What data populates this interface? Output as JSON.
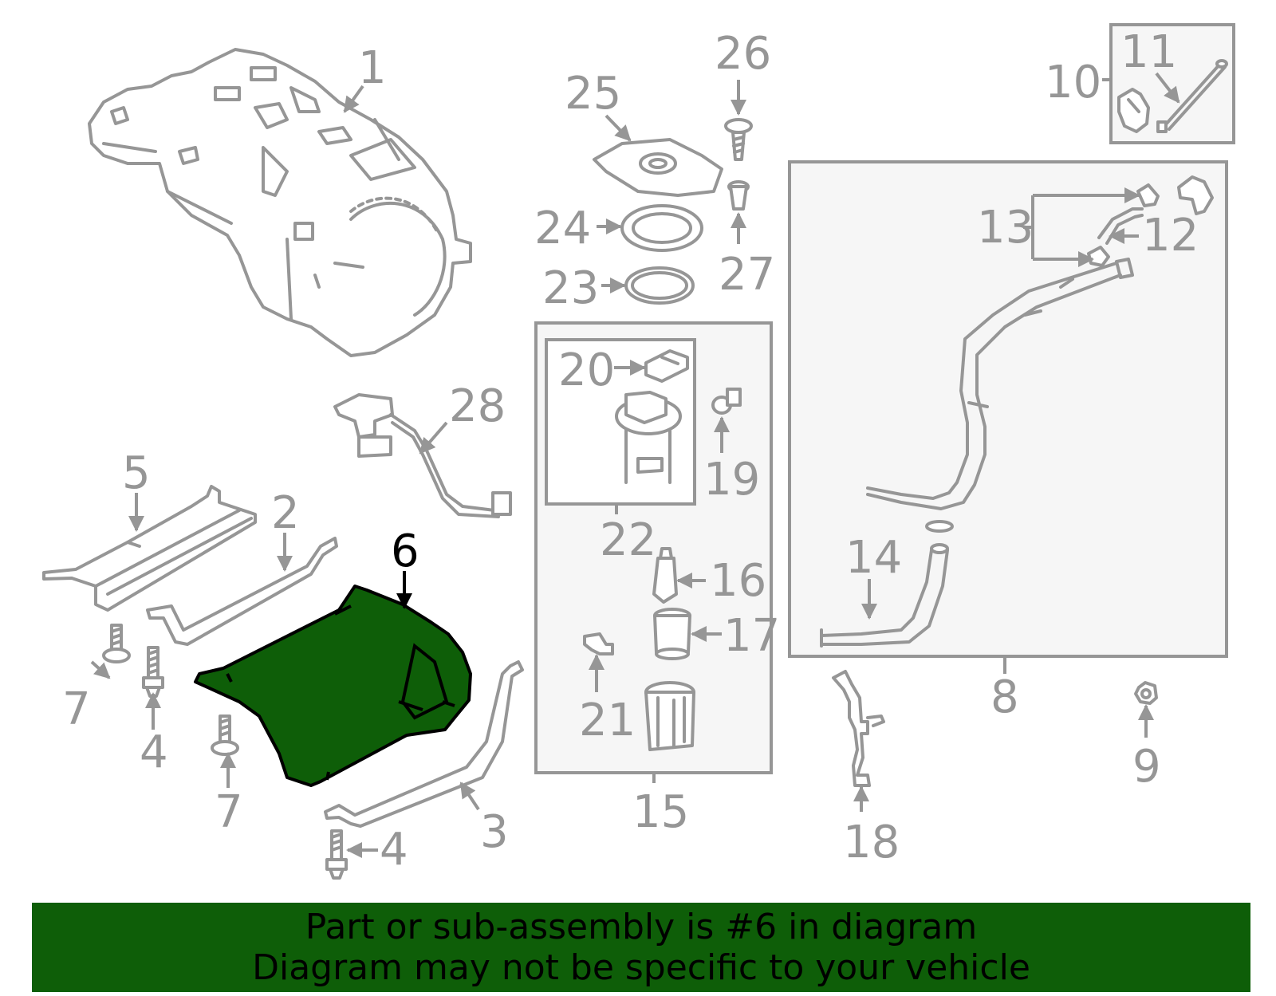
{
  "diagram": {
    "highlighted_part": "6",
    "callouts": {
      "c1": "1",
      "c2": "2",
      "c3": "3",
      "c4a": "4",
      "c4b": "4",
      "c5": "5",
      "c6": "6",
      "c7a": "7",
      "c7b": "7",
      "c8": "8",
      "c9": "9",
      "c10": "10",
      "c11": "11",
      "c12": "12",
      "c13": "13",
      "c14": "14",
      "c15": "15",
      "c16": "16",
      "c17": "17",
      "c18": "18",
      "c19": "19",
      "c20": "20",
      "c21": "21",
      "c22": "22",
      "c23": "23",
      "c24": "24",
      "c25": "25",
      "c26": "26",
      "c27": "27",
      "c28": "28"
    },
    "colors": {
      "highlight": "#0e5e08",
      "line": "#969696",
      "box_fill": "#f6f6f6"
    }
  },
  "banner": {
    "line1": "Part or sub-assembly is #6 in diagram",
    "line2": "Diagram may not be specific to your vehicle"
  }
}
